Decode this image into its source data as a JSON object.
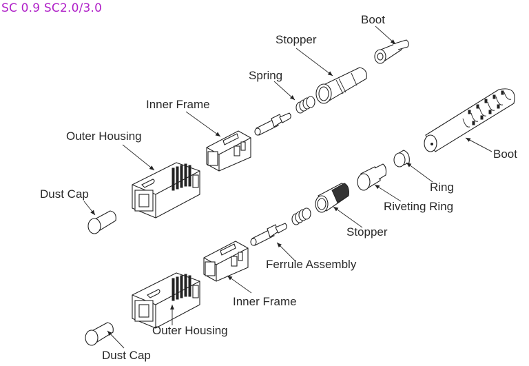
{
  "title": "SC 0.9 SC2.0/3.0",
  "title_color": "#b022c8",
  "labels": {
    "top": {
      "boot": "Boot",
      "stopper": "Stopper",
      "spring": "Spring",
      "inner_frame": "Inner Frame",
      "outer_housing": "Outer Housing",
      "dust_cap": "Dust Cap"
    },
    "bottom": {
      "boot": "Boot",
      "ring": "Ring",
      "riveting_ring": "Riveting Ring",
      "stopper": "Stopper",
      "ferrule_assembly": "Ferrule Assembly",
      "inner_frame": "Inner Frame",
      "outer_housing": "Outer Housing",
      "dust_cap": "Dust Cap"
    }
  }
}
